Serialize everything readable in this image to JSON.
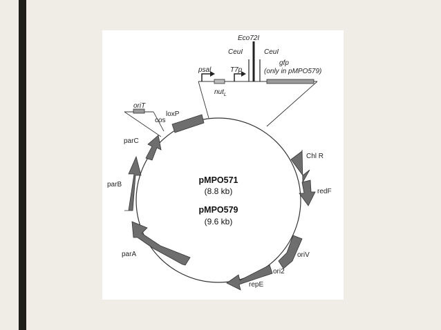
{
  "slide": {
    "accent_color": "#1f1f1a",
    "background_color": "#efede6"
  },
  "diagram": {
    "plasmid_1": {
      "name": "pMPO571",
      "size": "(8.8 kb)"
    },
    "plasmid_2": {
      "name": "pMPO579",
      "size": "(9.6 kb)"
    },
    "insert": {
      "eco72i": "Eco72I",
      "ceui_left": "CeuI",
      "ceui_right": "CeuI",
      "psal": "psal",
      "t7p": "T7p",
      "nut": "nut",
      "nut_sub": "L",
      "gfp": "gfp",
      "gfp_note": "(only in pMPO579)"
    },
    "orit_insert": {
      "orit": "oriT",
      "cos": "cos"
    },
    "features": {
      "loxp": "loxP",
      "chlr": "Chl R",
      "redf": "redF",
      "oriv": "oriV",
      "ori2": "ori2",
      "repe": "repE",
      "para": "parA",
      "parb": "parB",
      "parc": "parC"
    },
    "colors": {
      "feature_fill": "#6e6e6e",
      "outline": "#333333"
    }
  }
}
